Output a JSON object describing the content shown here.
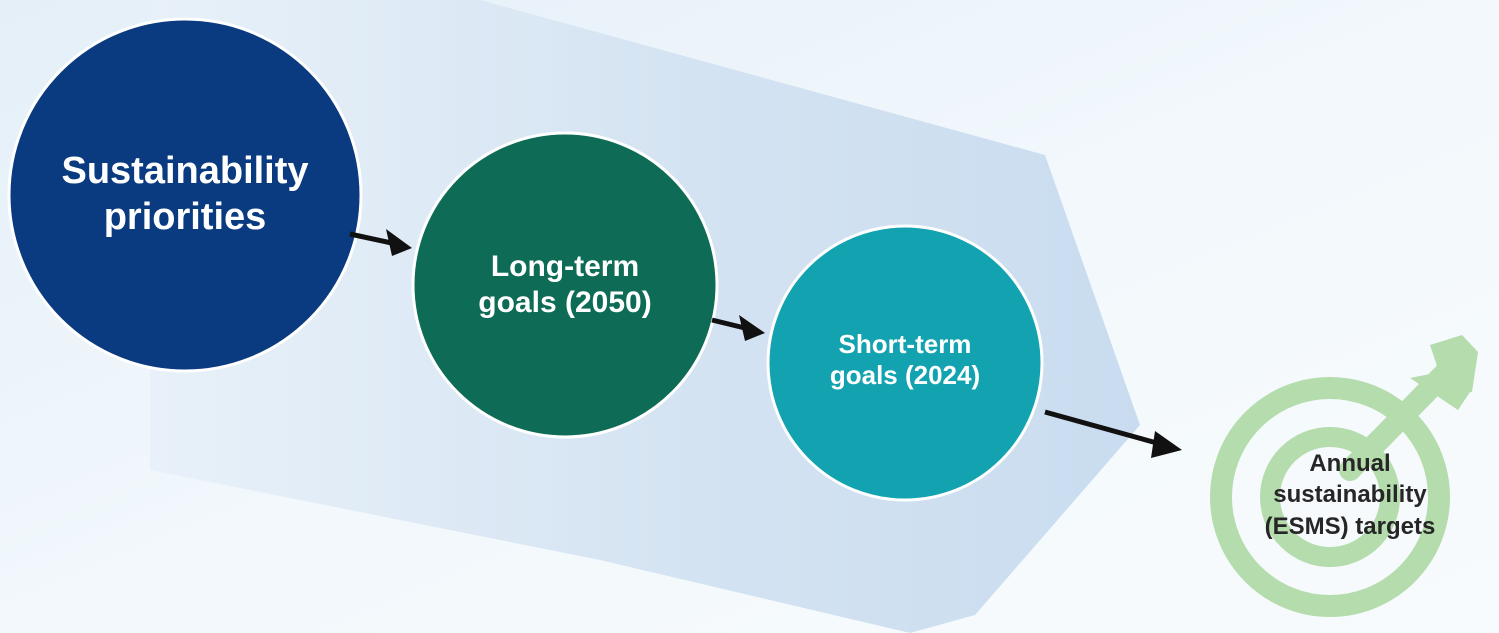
{
  "nodes": {
    "priorities": {
      "line1": "Sustainability",
      "line2": "priorities"
    },
    "long_term": {
      "line1": "Long-term",
      "line2": "goals (2050)"
    },
    "short_term": {
      "line1": "Short-term",
      "line2": "goals (2024)"
    },
    "annual": {
      "line1": "Annual",
      "line2": "sustainability",
      "line3": "(ESMS) targets"
    }
  },
  "colors": {
    "priorities_fill": "#0a3a80",
    "long_term_fill": "#0e6b55",
    "short_term_fill": "#13a3b0",
    "target_green": "#b5dcac",
    "funnel_fill": "#d6e4f3",
    "background": "#f0f6fb",
    "arrow": "#111111"
  },
  "icons": {
    "target": "target-with-arrow-icon"
  }
}
